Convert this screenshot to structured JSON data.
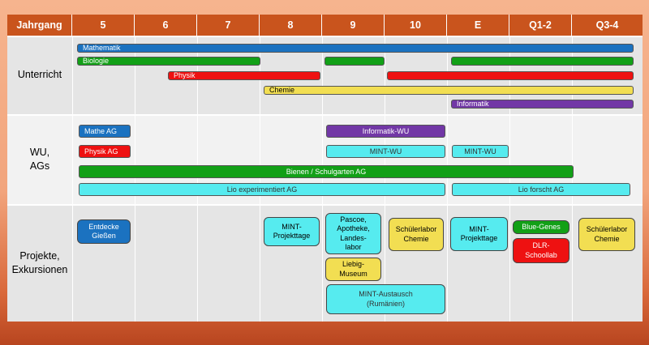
{
  "header": {
    "first": "Jahrgang",
    "columns": [
      "5",
      "6",
      "7",
      "8",
      "9",
      "10",
      "E",
      "Q1-2",
      "Q3-4"
    ]
  },
  "sections": {
    "unterricht": "Unterricht",
    "wu": "WU,\nAGs",
    "projekte": "Projekte,\nExkursionen"
  },
  "colors": {
    "header": "#c9541d",
    "blue": "#1b72c0",
    "green": "#12a017",
    "red": "#ee1111",
    "yellow": "#f2de52",
    "purple": "#7238a6",
    "cyan": "#56ebef"
  },
  "unterricht": {
    "mathematik": "Mathematik",
    "biologie": "Biologie",
    "physik": "Physik",
    "chemie": "Chemie",
    "informatik": "Informatik"
  },
  "ags": {
    "mathe_ag": "Mathe AG",
    "physik_ag": "Physik AG",
    "informatik_wu": "Informatik-WU",
    "mint_wu_1": "MINT-WU",
    "mint_wu_2": "MINT-WU",
    "bienen": "Bienen / Schulgarten AG",
    "lio_exp": "Lio experimentiert AG",
    "lio_forscht": "Lio forscht AG"
  },
  "projekte": {
    "entdecke": "Entdecke\nGießen",
    "mint_pt_1": "MINT-\nProjekttage",
    "pascoe": "Pascoe,\nApotheke,\nLandes-\nlabor",
    "liebig": "Liebig-\nMuseum",
    "schuelerlabor_1": "Schülerlabor\nChemie",
    "mint_austausch": "MINT-Austausch\n(Rumänien)",
    "mint_pt_2": "MINT-\nProjekttage",
    "blue_genes": "Blue-Genes",
    "dlr": "DLR-\nSchoollab",
    "schuelerlabor_2": "Schülerlabor\nChemie"
  }
}
